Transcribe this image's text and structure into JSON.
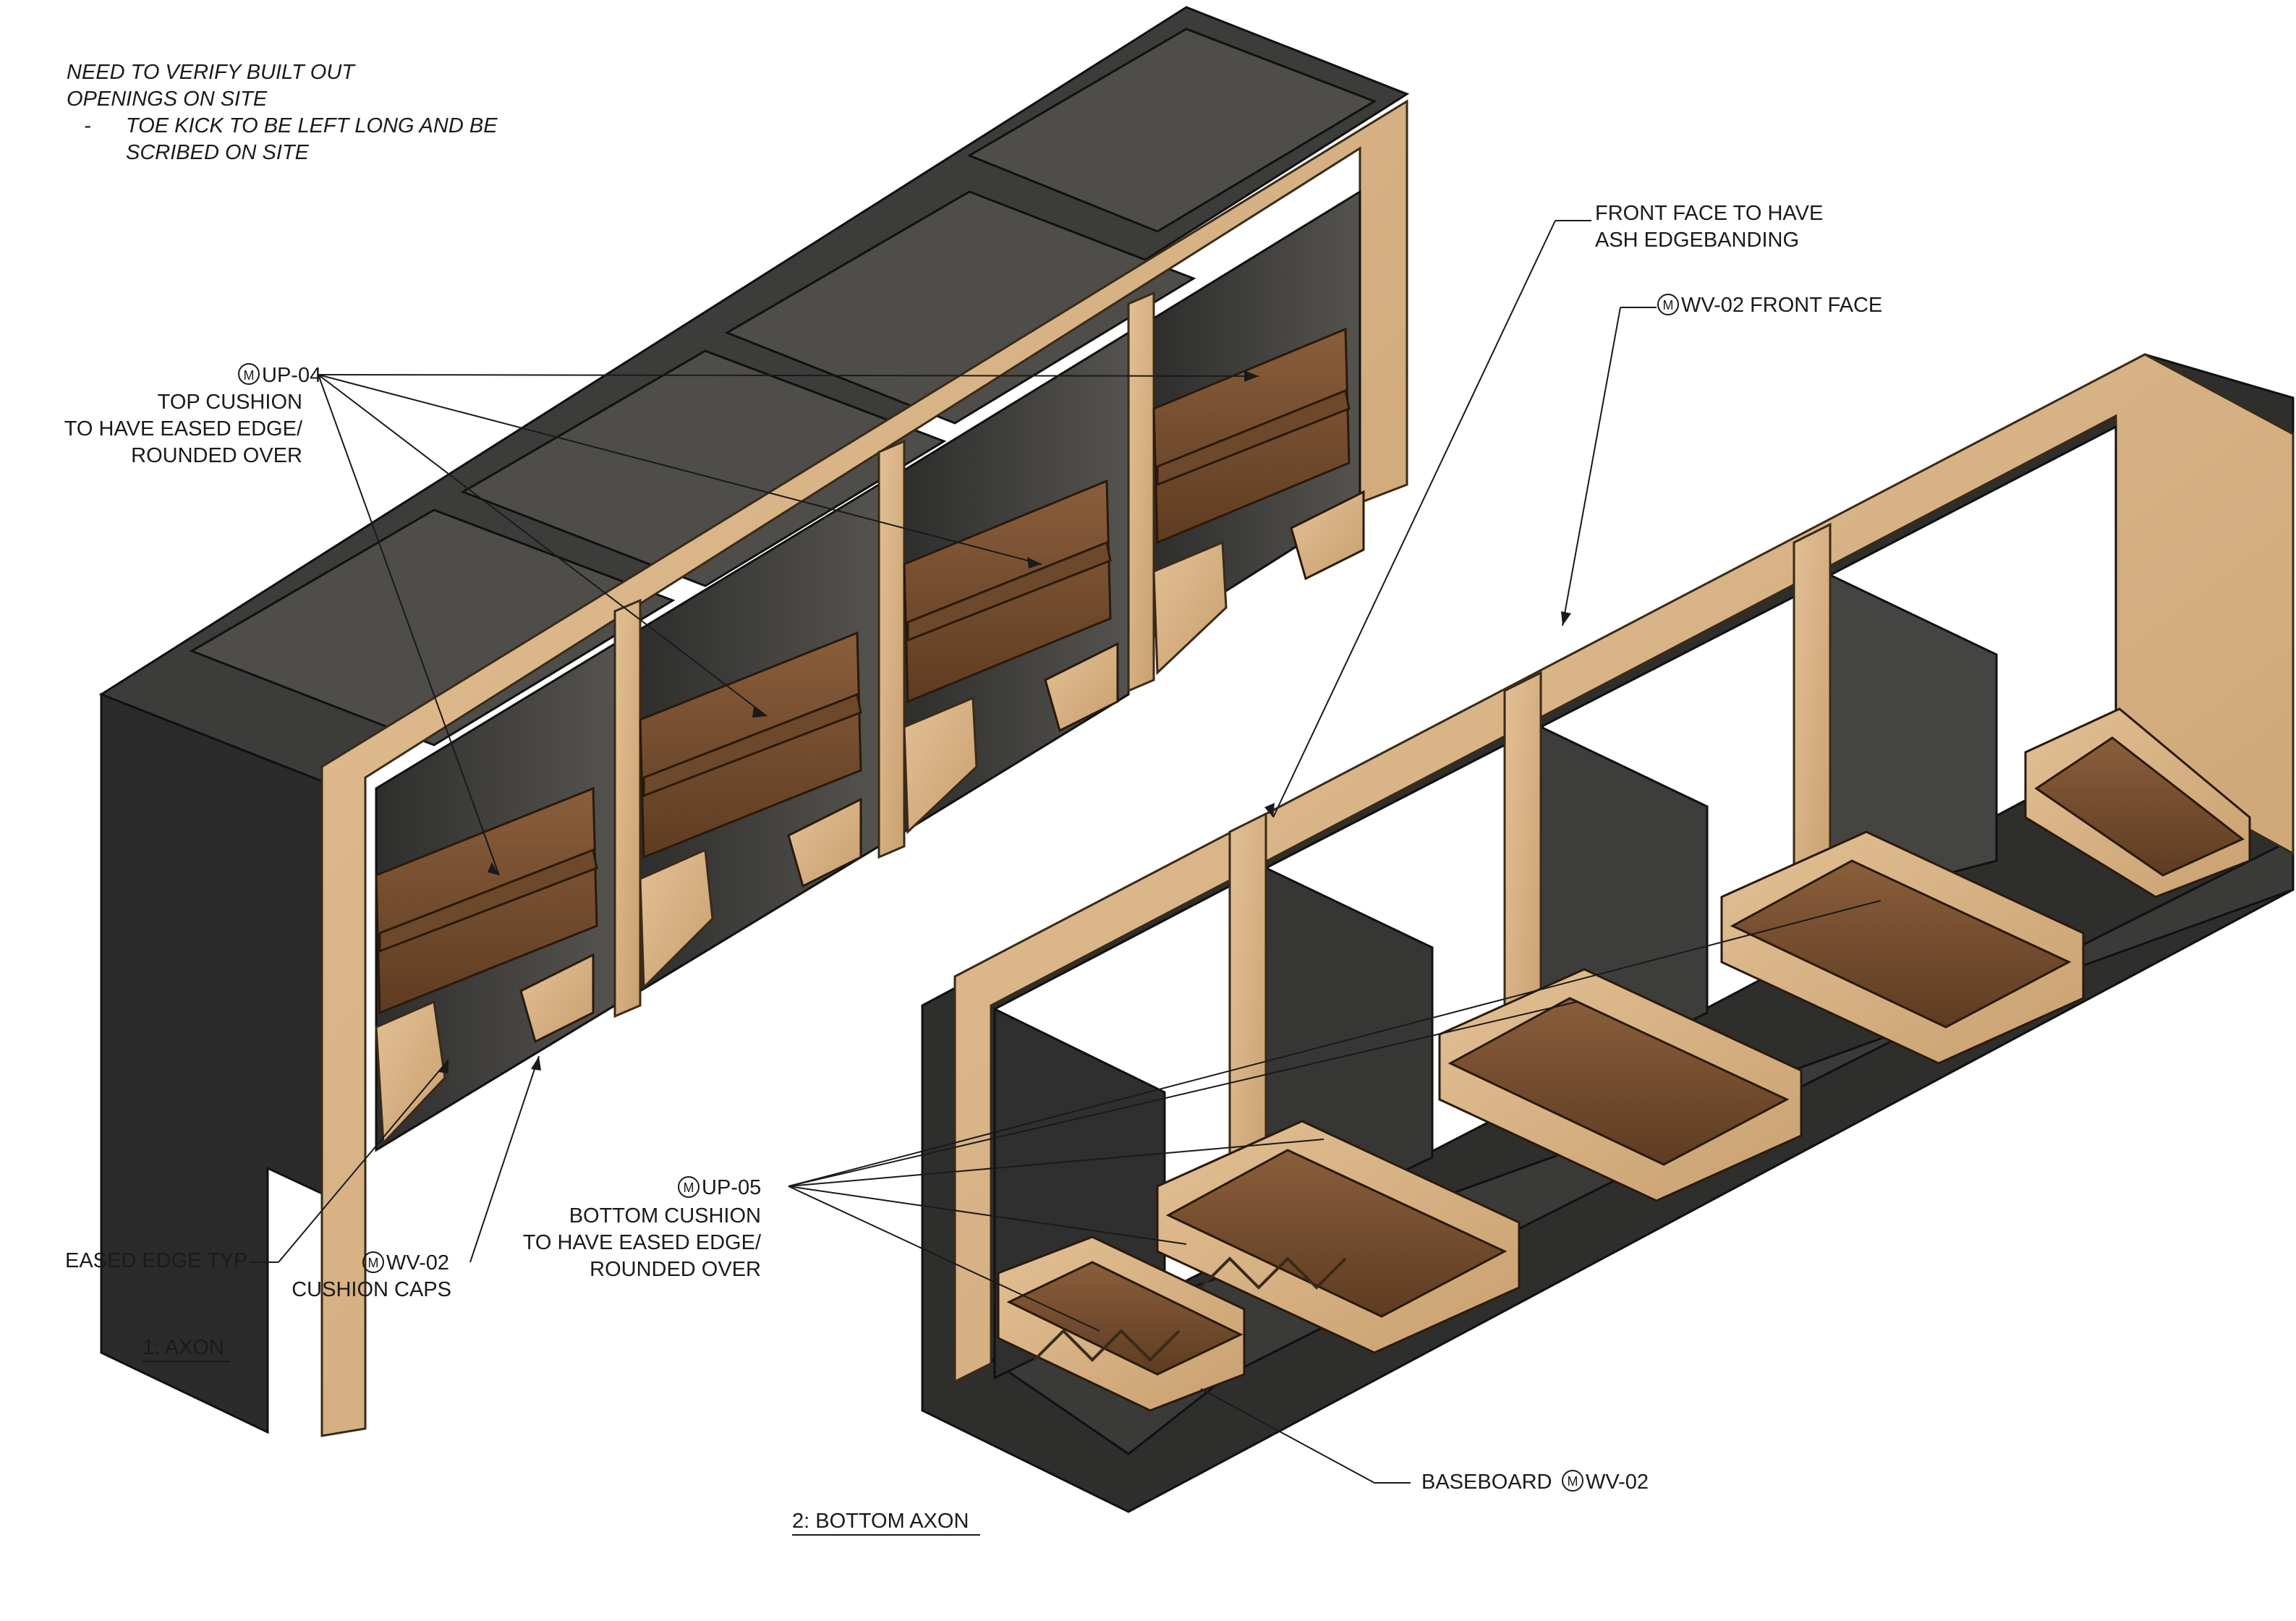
{
  "notes": {
    "line1": "NEED TO VERIFY BUILT OUT",
    "line2": "OPENINGS ON SITE",
    "bullet": "-",
    "line3": "TOE KICK TO BE LEFT LONG AND BE",
    "line4": "SCRIBED ON SITE"
  },
  "callouts": {
    "up04": {
      "tag": "UP-04",
      "l1": "TOP CUSHION",
      "l2": "TO HAVE EASED EDGE/",
      "l3": "ROUNDED OVER"
    },
    "front_face": {
      "l1": "FRONT FACE TO HAVE",
      "l2": "ASH EDGEBANDING"
    },
    "wv02_front": {
      "tag": "WV-02 FRONT FACE"
    },
    "up05": {
      "tag": "UP-05",
      "l1": "BOTTOM CUSHION",
      "l2": "TO HAVE EASED EDGE/",
      "l3": "ROUNDED OVER"
    },
    "eased_edge": {
      "l1": "EASED EDGE TYP"
    },
    "wv02_caps": {
      "tag": "WV-02",
      "l1": "CUSHION CAPS"
    },
    "baseboard": {
      "l1": "BASEBOARD",
      "tag": "WV-02"
    }
  },
  "material_symbol": "M",
  "view_titles": {
    "axon": "1: AXON",
    "bottom_axon": "2: BOTTOM AXON"
  },
  "colors": {
    "body_dark": "#3a3a3a",
    "body_side": "#2a2a2a",
    "interior": "#4c4b49",
    "wood_light": "#d9b487",
    "wood_dark": "#b58f62",
    "cushion": "#7a5233",
    "cushion_dark": "#5c3b22"
  }
}
